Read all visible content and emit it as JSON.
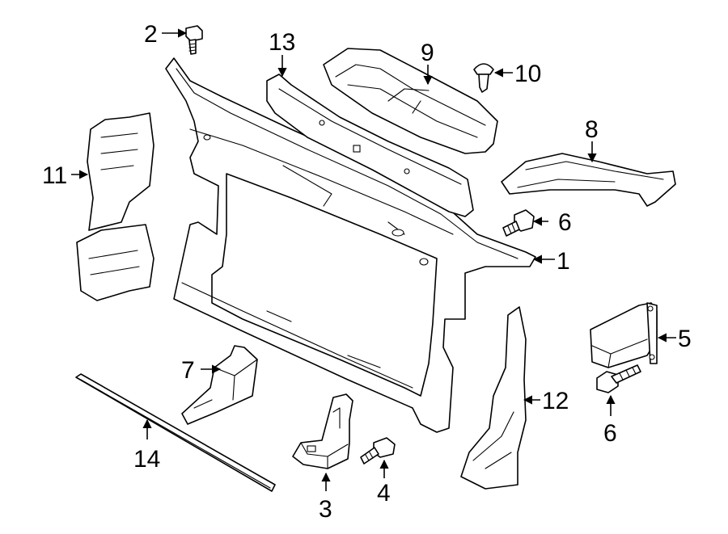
{
  "callouts": [
    {
      "id": "c1",
      "text": "1"
    },
    {
      "id": "c2",
      "text": "2"
    },
    {
      "id": "c3",
      "text": "3"
    },
    {
      "id": "c4",
      "text": "4"
    },
    {
      "id": "c5",
      "text": "5"
    },
    {
      "id": "c6a",
      "text": "6"
    },
    {
      "id": "c6b",
      "text": "6"
    },
    {
      "id": "c7",
      "text": "7"
    },
    {
      "id": "c8",
      "text": "8"
    },
    {
      "id": "c9",
      "text": "9"
    },
    {
      "id": "c10",
      "text": "10"
    },
    {
      "id": "c11",
      "text": "11"
    },
    {
      "id": "c12",
      "text": "12"
    },
    {
      "id": "c13",
      "text": "13"
    },
    {
      "id": "c14",
      "text": "14"
    }
  ],
  "colors": {
    "line": "#000000",
    "fill": "#ffffff"
  }
}
